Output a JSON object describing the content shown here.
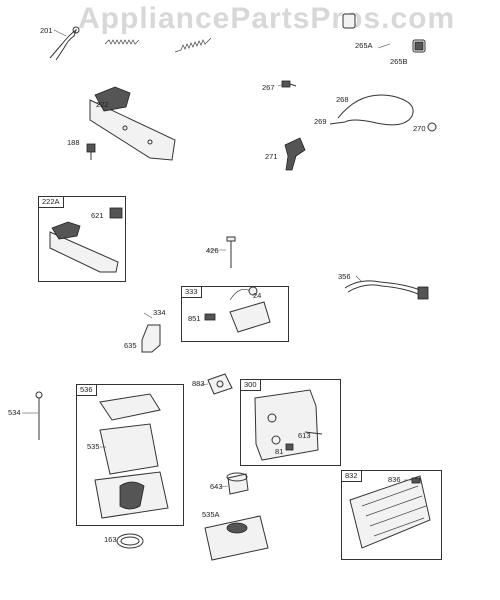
{
  "watermark": "AppliancePartsPros.com",
  "boxes": {
    "b222A": "222A",
    "b333": "333",
    "b536": "536",
    "b300": "300",
    "b832": "832"
  },
  "labels": {
    "l201": "201",
    "l265A": "265A",
    "l265B": "265B",
    "l267": "267",
    "l268": "268",
    "l269": "269",
    "l270": "270",
    "l271": "271",
    "l222": "222",
    "l188": "188",
    "l621": "621",
    "l426": "426",
    "l356": "356",
    "l24": "24",
    "l851": "851",
    "l334": "334",
    "l635": "635",
    "l883": "883",
    "l534": "534",
    "l535": "535",
    "l613": "613",
    "l81": "81",
    "l643": "643",
    "l836": "836",
    "l535A": "535A",
    "l163": "163"
  }
}
